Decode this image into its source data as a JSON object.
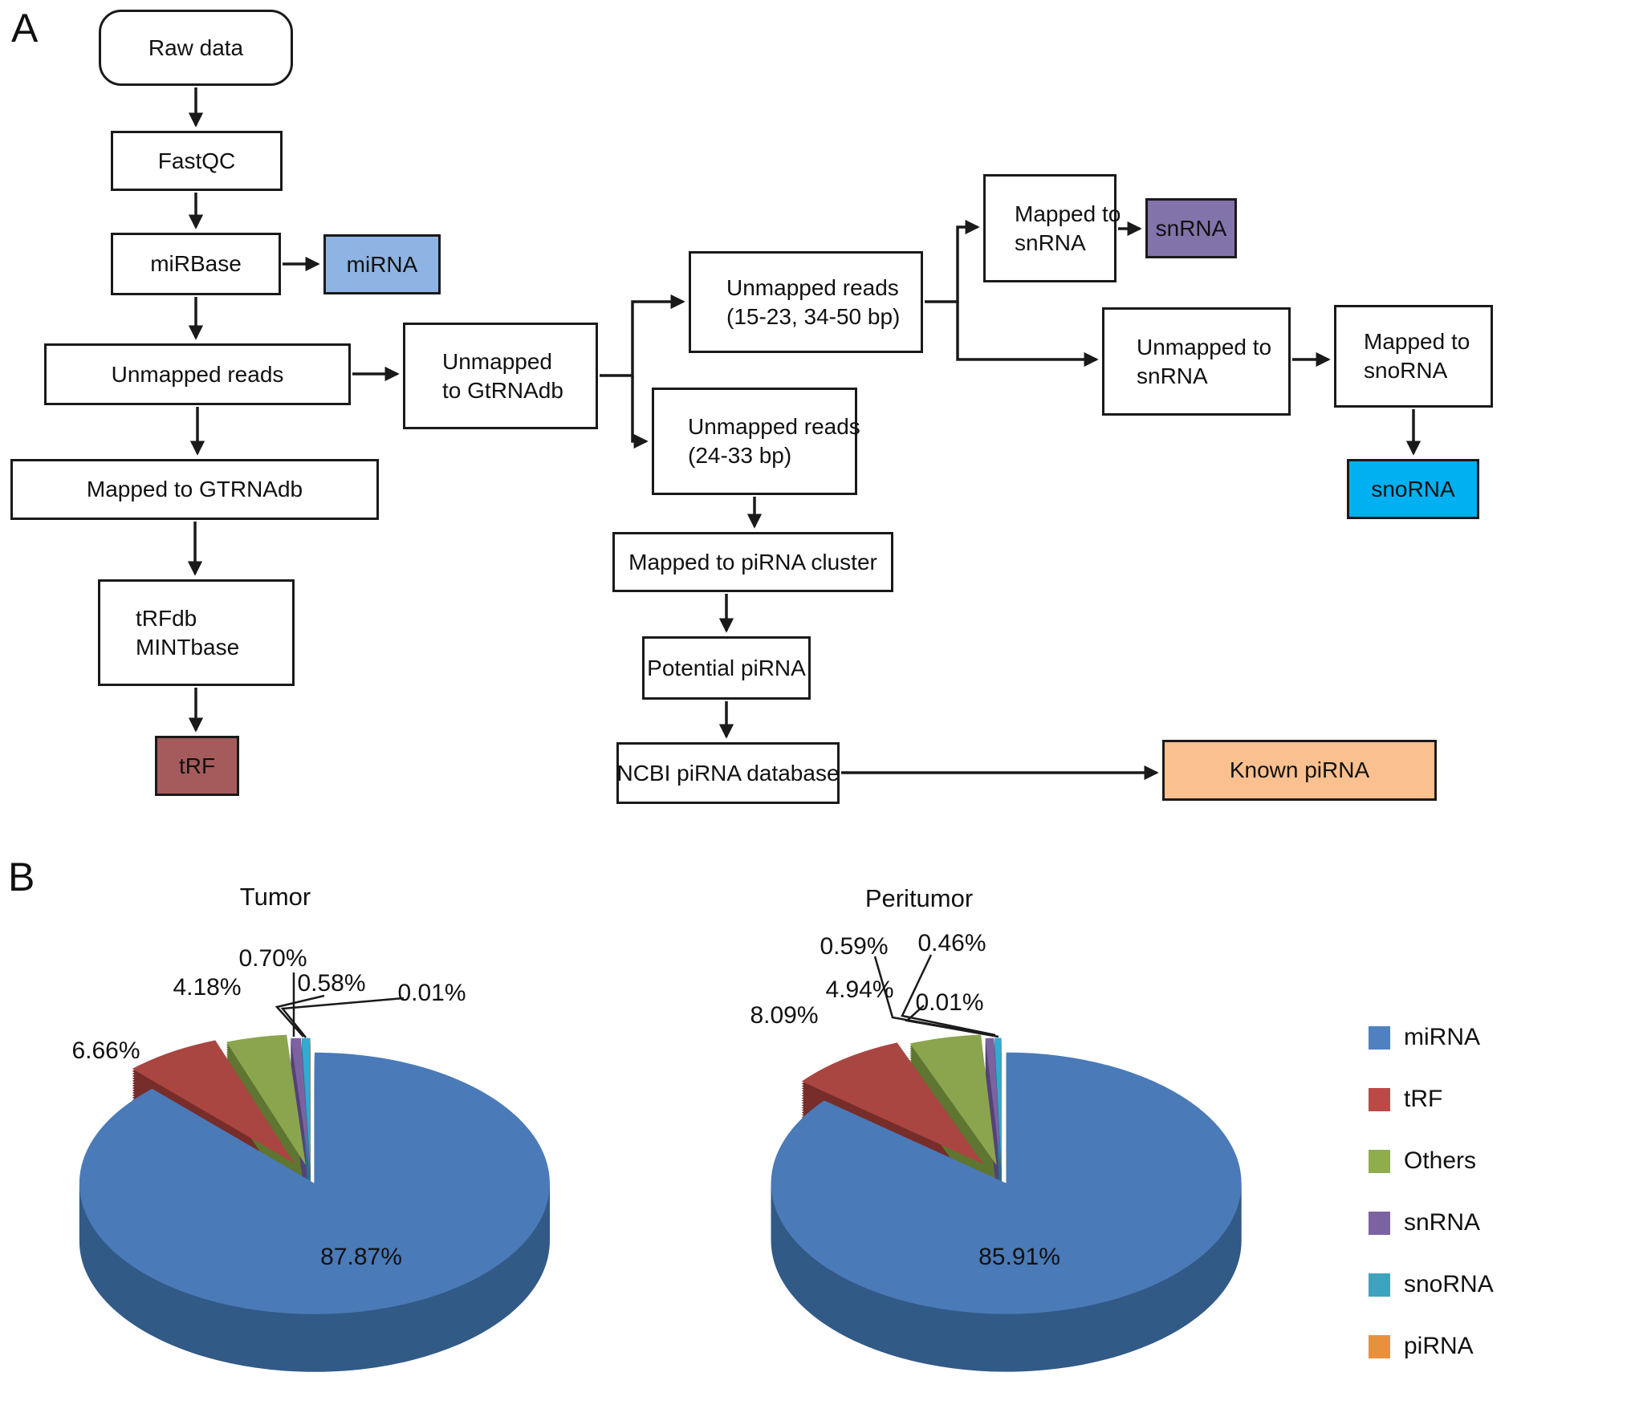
{
  "figure": {
    "panel_a_label": "A",
    "panel_b_label": "B"
  },
  "flowchart": {
    "nodes": {
      "raw_data": {
        "label": "Raw data"
      },
      "fastqc": {
        "label": "FastQC"
      },
      "mirbase": {
        "label": "miRBase"
      },
      "mirna": {
        "label": "miRNA",
        "color": "#8db4e2"
      },
      "unmapped_reads": {
        "label": "Unmapped reads"
      },
      "mapped_gtrnadb": {
        "label": "Mapped to GTRNAdb"
      },
      "trfdb": {
        "lines": [
          "tRFdb",
          "MINTbase"
        ]
      },
      "trf": {
        "label": "tRF",
        "color": "#a55b5b"
      },
      "unmapped_to_gtrnadb": {
        "lines": [
          "Unmapped",
          "to GtRNAdb"
        ]
      },
      "unmapped_reads_15_23": {
        "lines": [
          "Unmapped reads",
          "(15-23, 34-50 bp)"
        ]
      },
      "unmapped_reads_24_33": {
        "lines": [
          "Unmapped reads",
          "(24-33 bp)"
        ]
      },
      "mapped_to_snrna": {
        "lines": [
          "Mapped to",
          "snRNA"
        ]
      },
      "snrna": {
        "label": "snRNA",
        "color": "#8273ab"
      },
      "unmapped_to_snrna": {
        "lines": [
          "Unmapped to",
          "snRNA"
        ]
      },
      "mapped_to_snorna": {
        "lines": [
          "Mapped to",
          "snoRNA"
        ]
      },
      "snorna": {
        "label": "snoRNA",
        "color": "#00b0f0"
      },
      "mapped_pirna_cluster": {
        "label": "Mapped to piRNA cluster"
      },
      "potential_pirna": {
        "label": "Potential piRNA"
      },
      "ncbi_pirna": {
        "label": "NCBI piRNA database"
      },
      "known_pirna": {
        "label": "Known piRNA",
        "color": "#fac08f"
      }
    }
  },
  "chart_data": [
    {
      "type": "pie",
      "title": "Tumor",
      "style": "3d-exploded",
      "categories": [
        "miRNA",
        "tRF",
        "Others",
        "snRNA",
        "snoRNA",
        "piRNA"
      ],
      "values": [
        87.87,
        6.66,
        4.18,
        0.7,
        0.58,
        0.01
      ],
      "percent_labels": [
        "87.87%",
        "6.66%",
        "4.18%",
        "0.70%",
        "0.58%",
        "0.01%"
      ],
      "legend_position": "right"
    },
    {
      "type": "pie",
      "title": "Peritumor",
      "style": "3d-exploded",
      "categories": [
        "miRNA",
        "tRF",
        "Others",
        "snRNA",
        "snoRNA",
        "piRNA"
      ],
      "values": [
        85.91,
        8.09,
        4.94,
        0.59,
        0.46,
        0.01
      ],
      "percent_labels": [
        "85.91%",
        "8.09%",
        "4.94%",
        "0.59%",
        "0.46%",
        "0.01%"
      ],
      "legend_position": "right"
    }
  ],
  "legend": {
    "items": [
      {
        "label": "miRNA",
        "color": "#4f81bd"
      },
      {
        "label": "tRF",
        "color": "#bb4a47"
      },
      {
        "label": "Others",
        "color": "#8fad4d"
      },
      {
        "label": "snRNA",
        "color": "#7d62a2"
      },
      {
        "label": "snoRNA",
        "color": "#3fa3c0"
      },
      {
        "label": "piRNA",
        "color": "#e8913d"
      }
    ]
  },
  "pie_style": {
    "top_colors": [
      "#4a7ab8",
      "#a94641",
      "#8aa54e",
      "#7d62a2",
      "#36a9cf",
      "#e8913d"
    ],
    "side_colors": [
      "#325a87",
      "#772d2a",
      "#5e7631",
      "#55437a",
      "#22768f",
      "#a8662a"
    ]
  }
}
